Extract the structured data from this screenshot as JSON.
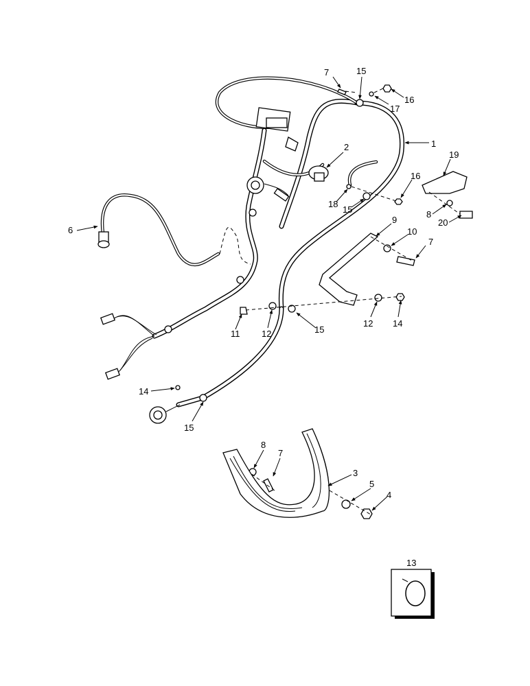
{
  "callouts": {
    "c1": "1",
    "c2": "2",
    "c3": "3",
    "c4": "4",
    "c5": "5",
    "c6": "6",
    "c7a": "7",
    "c7b": "7",
    "c7c": "7",
    "c8a": "8",
    "c8b": "8",
    "c9": "9",
    "c10": "10",
    "c11": "11",
    "c12a": "12",
    "c12b": "12",
    "c13": "13",
    "c14a": "14",
    "c14b": "14",
    "c15a": "15",
    "c15b": "15",
    "c15c": "15",
    "c15d": "15",
    "c16a": "16",
    "c16b": "16",
    "c17": "17",
    "c18": "18",
    "c19": "19",
    "c20": "20"
  },
  "icons": [
    "arrow-icon",
    "clamp-ring-icon"
  ]
}
